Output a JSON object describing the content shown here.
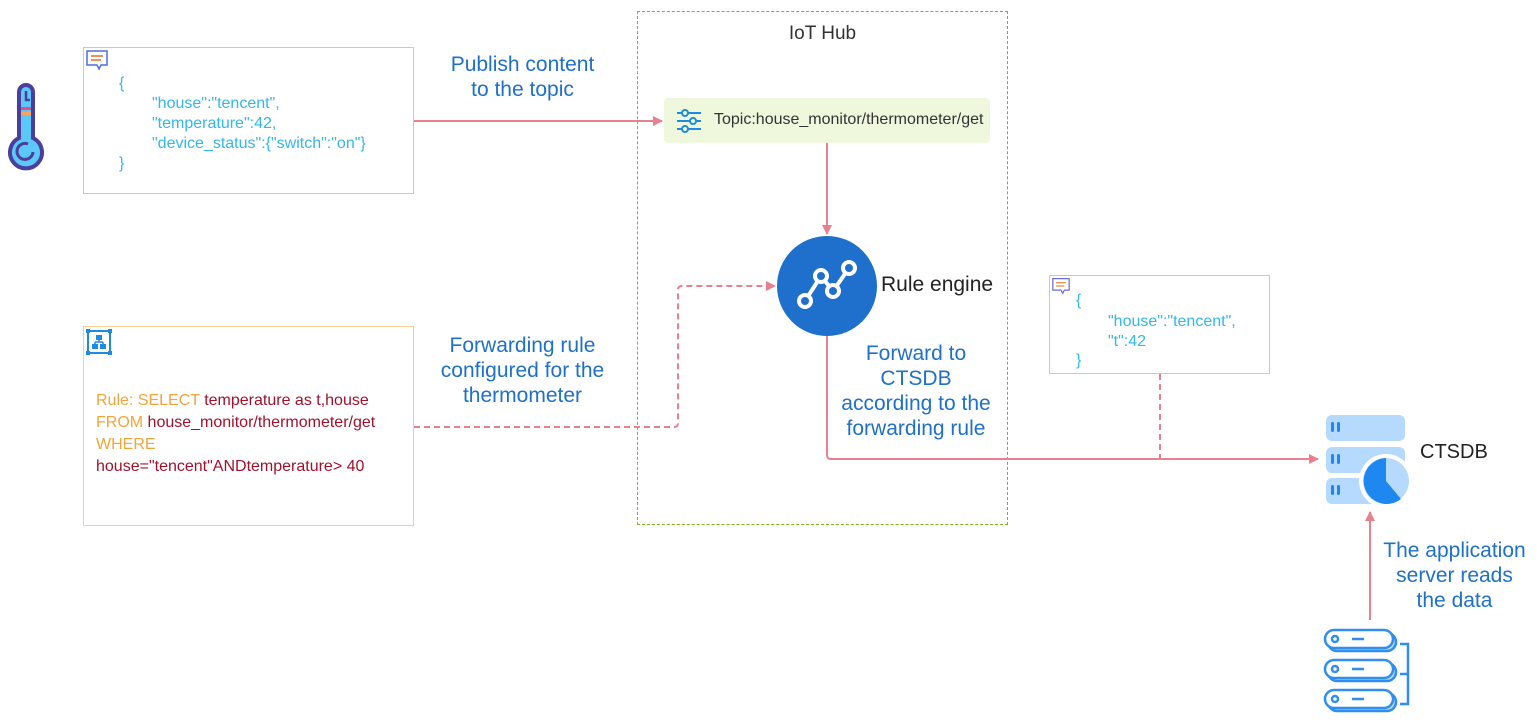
{
  "iot_hub": {
    "title": "IoT Hub"
  },
  "device": {
    "icon": "thermometer-icon",
    "payload_lines": [
      "{",
      "\"house\":\"tencent\",",
      "\"temperature\":42,",
      "\"device_status\":{\"switch\":\"on\"}",
      "}"
    ]
  },
  "publish_label": {
    "line1": "Publish content",
    "line2": "to the topic"
  },
  "topic": {
    "icon": "sliders-icon",
    "label": "Topic:house_monitor/thermometer/get"
  },
  "rule_engine": {
    "icon": "line-graph-nodes-icon",
    "label": "Rule engine"
  },
  "rule": {
    "icon": "hierarchy-icon",
    "lines": [
      {
        "keyword": "Rule: SELECT ",
        "value": "temperature as t,house"
      },
      {
        "keyword": "FROM ",
        "value": "house_monitor/thermometer/get"
      },
      {
        "keyword": "WHERE",
        "value": ""
      },
      {
        "keyword": "",
        "value": "house=\"tencent\"ANDtemperature> 40"
      }
    ]
  },
  "forwarding_rule_label": {
    "line1": "Forwarding rule",
    "line2": "configured for the",
    "line3": "thermometer"
  },
  "forward_label": {
    "line1": "Forward to",
    "line2": "CTSDB",
    "line3": "according to the",
    "line4": "forwarding rule"
  },
  "output_payload": {
    "lines": [
      "{",
      "\"house\":\"tencent\",",
      "\"t\":42",
      "}"
    ]
  },
  "ctsdb": {
    "icon": "database-pie-icon",
    "label": "CTSDB"
  },
  "app_server": {
    "icon": "server-stack-icon",
    "label_line1": "The application",
    "label_line2": "server reads",
    "label_line3": "the data"
  },
  "colors": {
    "arrow": "#e8808e",
    "accent_blue": "#1e70c9",
    "hub_border": "#7cb518",
    "json_text": "#33b8e8",
    "rule_keyword": "#f2a53b",
    "rule_value": "#a3102c"
  }
}
